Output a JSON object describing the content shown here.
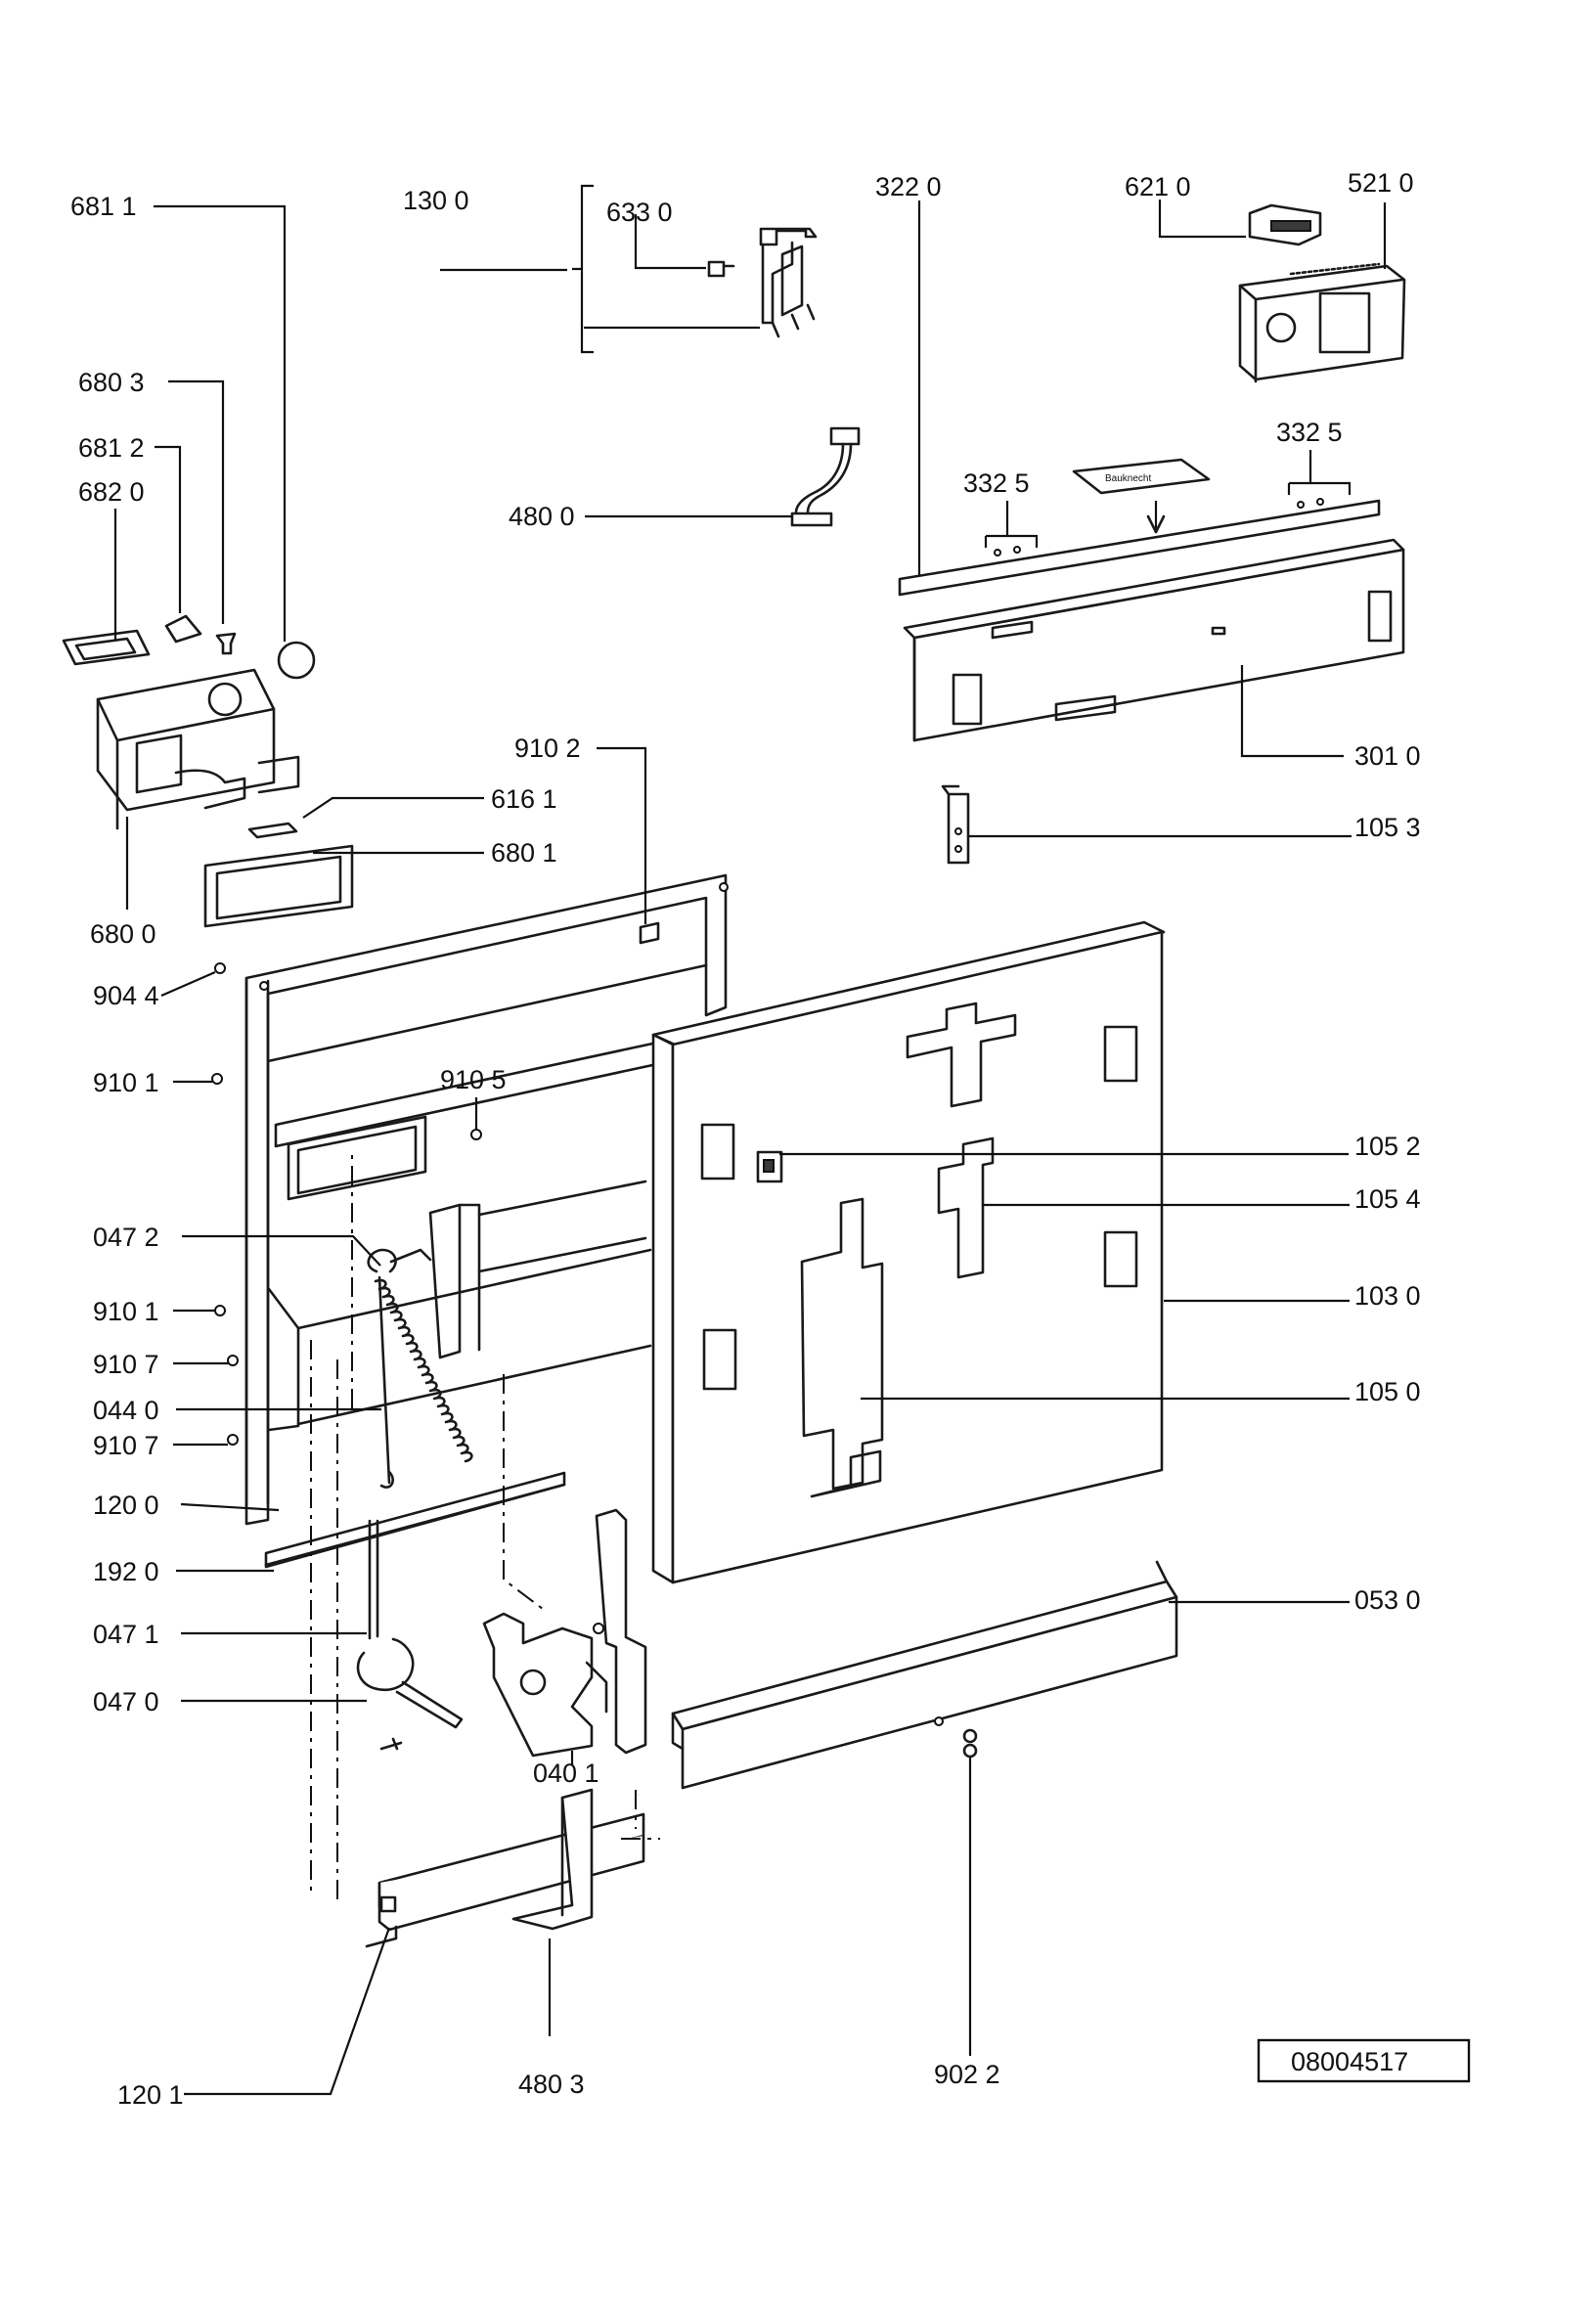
{
  "drawing_number": "08004517",
  "callouts": {
    "c6811": "681 1",
    "c1300": "130 0",
    "c6330": "633 0",
    "c3220": "322 0",
    "c6210": "621 0",
    "c5210": "521 0",
    "c6803": "680 3",
    "c6812": "681 2",
    "c6820": "682 0",
    "c4800": "480 0",
    "c3325a": "332  5",
    "c3325b": "332  5",
    "c9102": "910 2",
    "c3010": "301 0",
    "c6161": "616 1",
    "c1053": "105 3",
    "c6801": "680 1",
    "c6800": "680 0",
    "c9044": "904 4",
    "c9101a": "910 1",
    "c9105": "910 5",
    "c1052": "105 2",
    "c1054": "105 4",
    "c0472": "047 2",
    "c1030": "103 0",
    "c9101b": "910 1",
    "c9107a": "910 7",
    "c1050": "105 0",
    "c0440": "044 0",
    "c9107b": "910 7",
    "c1200": "120 0",
    "c1920": "192 0",
    "c0530": "053 0",
    "c0471": "047 1",
    "c0470": "047 0",
    "c0401": "040 1",
    "c1201": "120 1",
    "c4803": "480 3",
    "c9022": "902 2"
  }
}
